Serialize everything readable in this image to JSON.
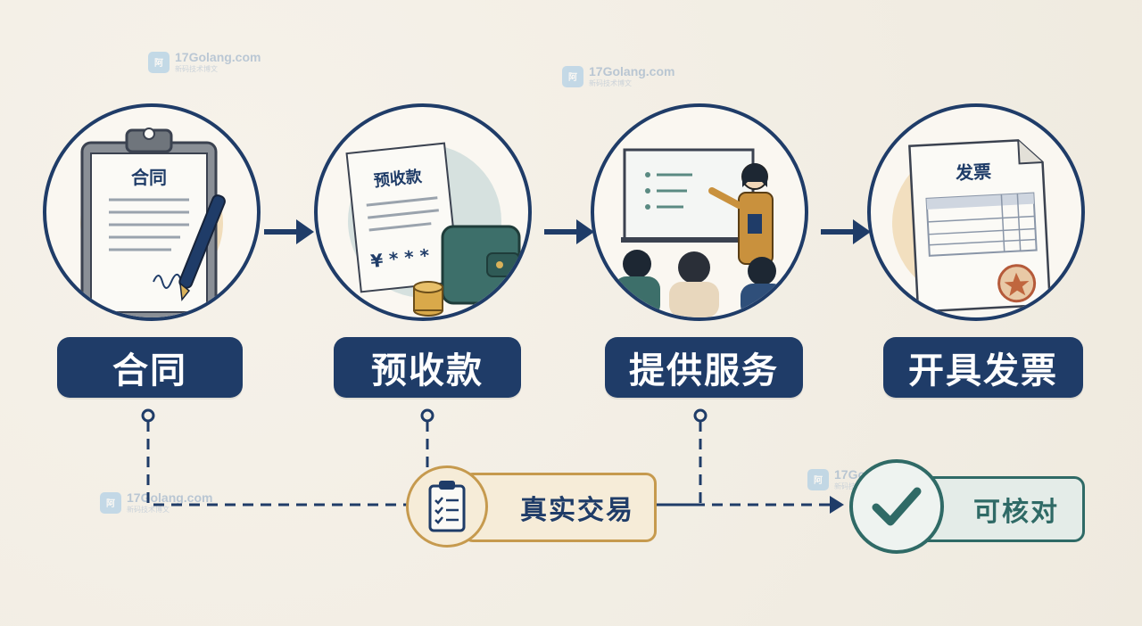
{
  "steps": [
    {
      "label": "合同",
      "doc_title": "合同"
    },
    {
      "label": "预收款",
      "doc_title": "预收款",
      "doc_amount": "¥ * * *"
    },
    {
      "label": "提供服务"
    },
    {
      "label": "开具发票",
      "doc_title": "发票"
    }
  ],
  "outcomes": {
    "real_transaction": "真实交易",
    "verifiable": "可核对"
  },
  "watermark": {
    "text": "17Golang.com",
    "sub": "新码技术博文"
  },
  "colors": {
    "navy": "#1f3c68",
    "gold": "#c69a4e",
    "teal": "#2f6a66",
    "background": "#f3efe6"
  },
  "icons": [
    "clipboard-icon",
    "pen-icon",
    "wallet-icon",
    "coins-icon",
    "presenter-icon",
    "audience-icon",
    "invoice-icon",
    "seal-icon",
    "checklist-icon",
    "checkmark-icon"
  ]
}
